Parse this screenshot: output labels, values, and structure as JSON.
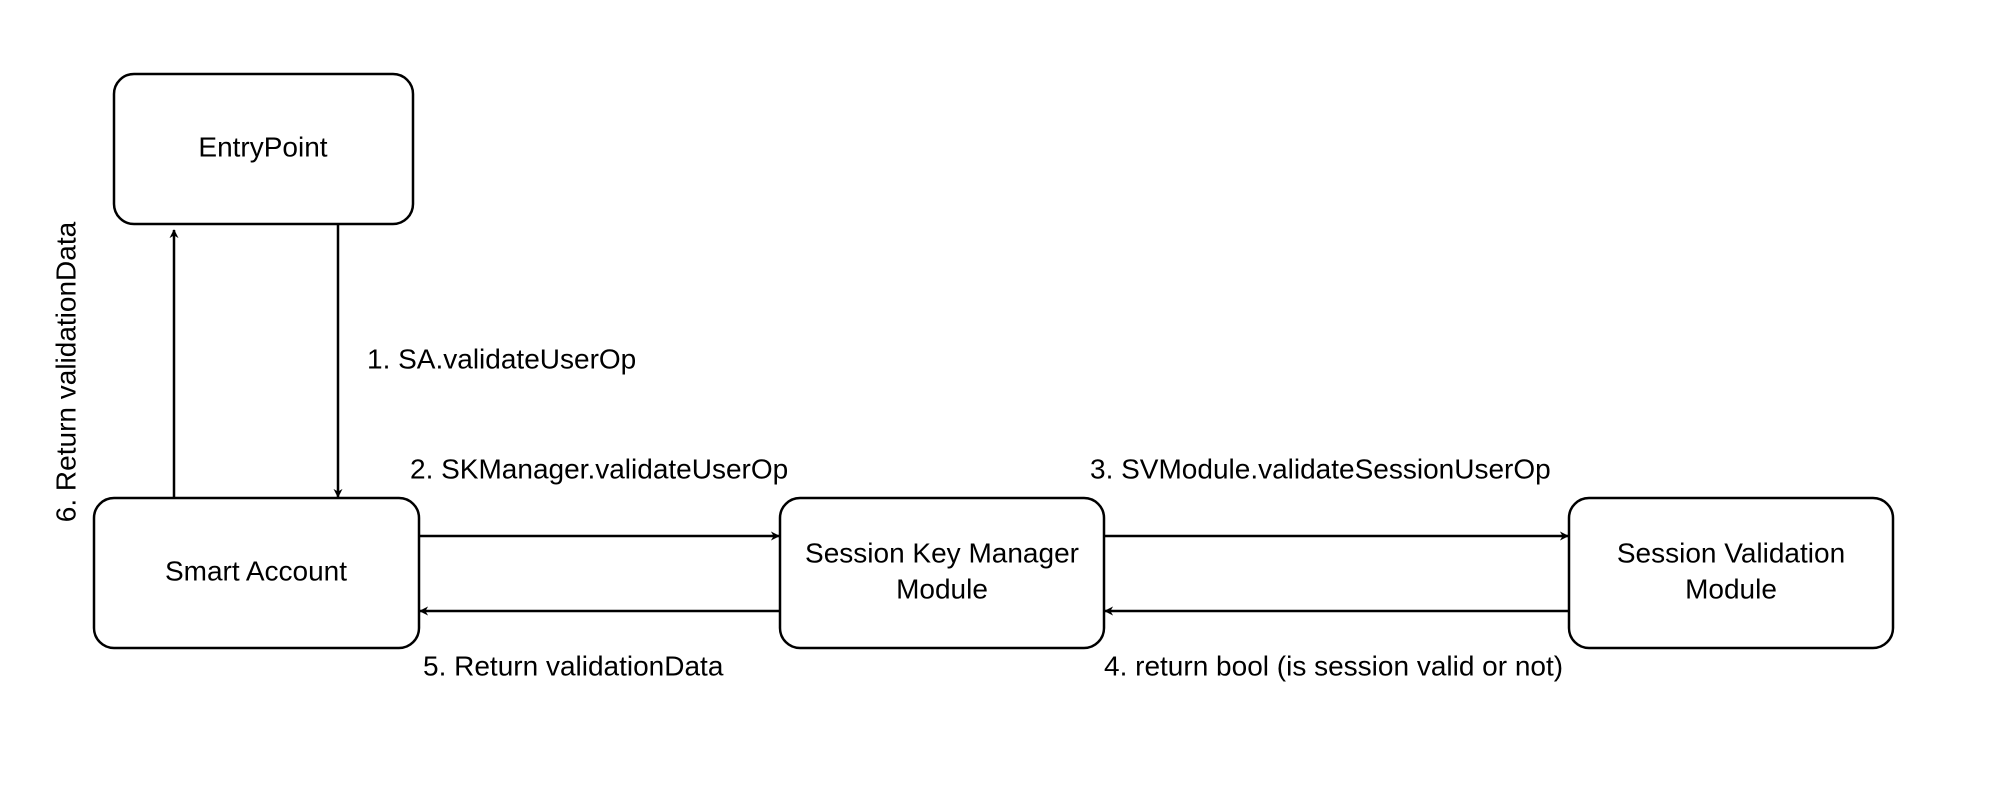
{
  "diagram": {
    "nodes": {
      "entrypoint": {
        "label": "EntryPoint"
      },
      "smart_account": {
        "label": "Smart Account"
      },
      "session_key_manager": {
        "line1": "Session Key Manager",
        "line2": "Module"
      },
      "session_validation": {
        "line1": "Session Validation",
        "line2": "Module"
      }
    },
    "edges": {
      "step1": {
        "label": "1. SA.validateUserOp"
      },
      "step2": {
        "label": "2. SKManager.validateUserOp"
      },
      "step3": {
        "label": "3. SVModule.validateSessionUserOp"
      },
      "step4": {
        "label": "4. return bool (is session valid or not)"
      },
      "step5": {
        "label": "5. Return validationData"
      },
      "step6": {
        "label": "6. Return validationData"
      }
    }
  }
}
